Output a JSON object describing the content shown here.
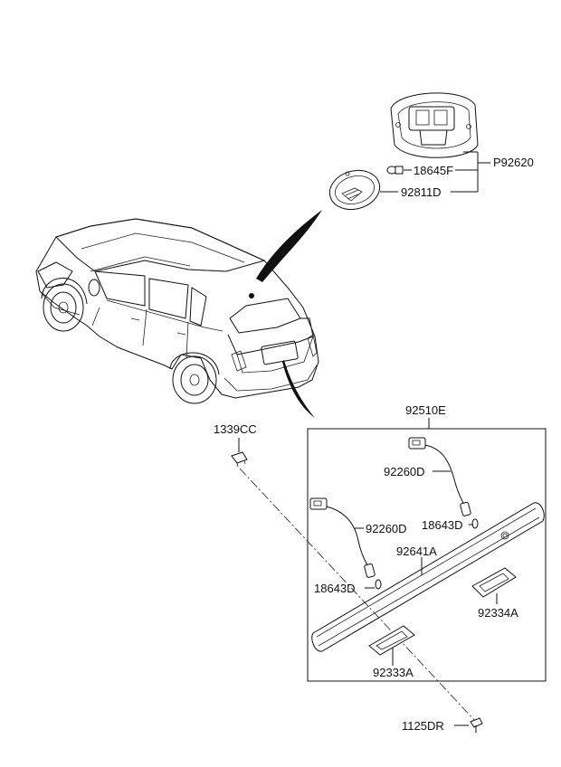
{
  "callouts": {
    "p92620": "P92620",
    "p18645f": "18645F",
    "p92811d": "92811D",
    "p92510e": "92510E",
    "p1339cc": "1339CC",
    "p92260d_upper": "92260D",
    "p18643d_upper": "18643D",
    "p92260d_lower": "92260D",
    "p92641a": "92641A",
    "p18643d_lower": "18643D",
    "p92334a": "92334A",
    "p92333a": "92333A",
    "p1125dr": "1125DR"
  }
}
